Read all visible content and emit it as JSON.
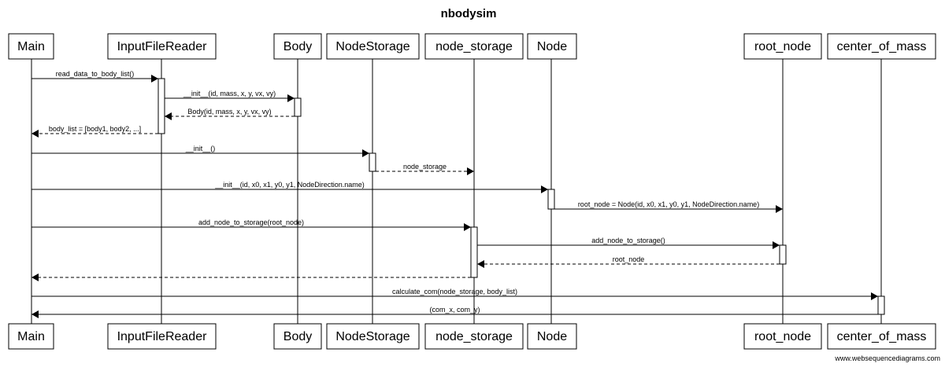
{
  "title": "nbodysim",
  "participants": [
    {
      "key": "main",
      "label": "Main"
    },
    {
      "key": "ifr",
      "label": "InputFileReader"
    },
    {
      "key": "body",
      "label": "Body"
    },
    {
      "key": "nodestorage",
      "label": "NodeStorage"
    },
    {
      "key": "node_storage",
      "label": "node_storage"
    },
    {
      "key": "node",
      "label": "Node"
    },
    {
      "key": "root_node",
      "label": "root_node"
    },
    {
      "key": "com",
      "label": "center_of_mass"
    }
  ],
  "messages": [
    {
      "from": "main",
      "to": "ifr",
      "label": "read_data_to_body_list()",
      "type": "sync"
    },
    {
      "from": "ifr",
      "to": "body",
      "label": "__init__(id, mass, x, y, vx, vy)",
      "type": "sync"
    },
    {
      "from": "body",
      "to": "ifr",
      "label": "Body(id, mass, x, y, vx, vy)",
      "type": "return"
    },
    {
      "from": "ifr",
      "to": "main",
      "label": "body_list = [body1, body2, ...]",
      "type": "return"
    },
    {
      "from": "main",
      "to": "nodestorage",
      "label": "__init__()",
      "type": "sync"
    },
    {
      "from": "nodestorage",
      "to": "node_storage",
      "label": "node_storage",
      "type": "return"
    },
    {
      "from": "main",
      "to": "node",
      "label": "__init__(id, x0, x1, y0, y1, NodeDirection.name)",
      "type": "sync"
    },
    {
      "from": "node",
      "to": "root_node",
      "label": "root_node = Node(id, x0, x1, y0, y1, NodeDirection.name)",
      "type": "sync"
    },
    {
      "from": "main",
      "to": "node_storage",
      "label": "add_node_to_storage(root_node)",
      "type": "sync"
    },
    {
      "from": "node_storage",
      "to": "root_node",
      "label": "add_node_to_storage()",
      "type": "sync"
    },
    {
      "from": "root_node",
      "to": "node_storage",
      "label": "root_node",
      "type": "return"
    },
    {
      "from": "node_storage",
      "to": "main",
      "label": "",
      "type": "return"
    },
    {
      "from": "main",
      "to": "com",
      "label": "calculate_com(node_storage, body_list)",
      "type": "sync"
    },
    {
      "from": "com",
      "to": "main",
      "label": "(com_x, com_y)",
      "type": "sync"
    }
  ],
  "watermark": "www.websequencediagrams.com"
}
